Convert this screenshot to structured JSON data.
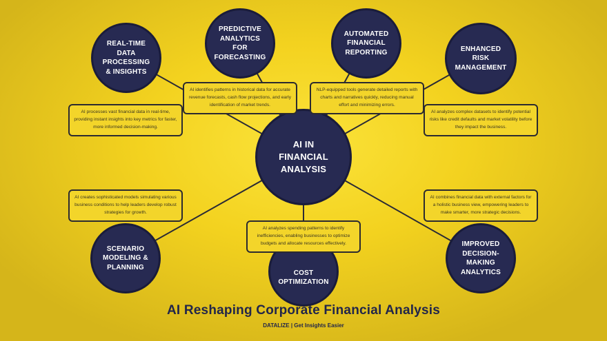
{
  "center": {
    "label": "AI IN\nFINANCIAL ANALYSIS"
  },
  "nodes": [
    {
      "id": "realtime",
      "label": "REAL-TIME\nDATA PROCESSING\n& INSIGHTS",
      "description": "AI processes vast financial data in real-time, providing instant insights into key metrics for faster, more informed decision-making."
    },
    {
      "id": "predictive",
      "label": "PREDICTIVE\nANALYTICS FOR\nFORECASTING",
      "description": "AI identifies patterns in historical data for accurate revenue forecasts, cash flow projections, and early identification of market trends."
    },
    {
      "id": "automated",
      "label": "AUTOMATED\nFINANCIAL\nREPORTING",
      "description": "NLP-equipped tools generate detailed reports with charts and narratives quickly, reducing manual effort and minimizing errors."
    },
    {
      "id": "risk",
      "label": "ENHANCED\nRISK\nMANAGEMENT",
      "description": "AI analyzes complex datasets to identify potential risks like credit defaults and market volatility before they impact the business."
    },
    {
      "id": "scenario",
      "label": "SCENARIO\nMODELING &\nPLANNING",
      "description": "AI creates sophisticated models simulating various business conditions to help leaders develop robust strategies for growth."
    },
    {
      "id": "cost",
      "label": "COST\nOPTIMIZATION",
      "description": "AI analyzes spending patterns to identify inefficiencies, enabling businesses to optimize budgets and allocate resources effectively."
    },
    {
      "id": "decision",
      "label": "IMPROVED\nDECISION-MAKING\nANALYTICS",
      "description": "AI combines financial data with external factors for a holistic business view, empowering leaders to make smarter, more strategic decisions."
    }
  ],
  "footer": {
    "title": "AI Reshaping Corporate Financial Analysis",
    "subtitle": "DATALIZE | Get Insights Easier"
  }
}
